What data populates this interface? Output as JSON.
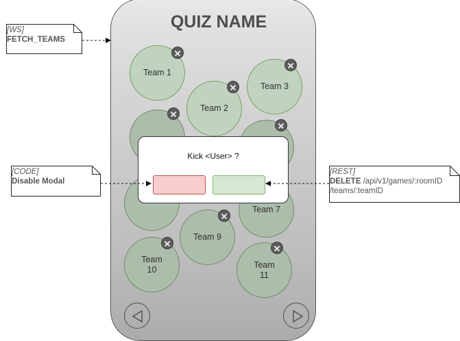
{
  "quiz": {
    "title": "QUIZ NAME"
  },
  "teams": [
    {
      "label": "Team 1"
    },
    {
      "label": "Team 2"
    },
    {
      "label": "Team 3"
    },
    {
      "label": "Team 7"
    },
    {
      "label": "Team 9"
    },
    {
      "label": "Team\n10"
    },
    {
      "label": "Team\n11"
    }
  ],
  "modal": {
    "text": "Kick <User> ?"
  },
  "notes": {
    "ws": {
      "tag": "[WS]",
      "title": "FETCH_TEAMS"
    },
    "code": {
      "tag": "[CODE]",
      "title": "Disable Modal"
    },
    "rest": {
      "tag": "[REST]",
      "method": "DELETE",
      "path_line1": " /api/v1/games/:roomID",
      "path_line2": "/teams/:teamID"
    }
  },
  "colors": {
    "team_fill": "#d5e8d4",
    "team_stroke": "#82b366",
    "cancel_fill": "#f8cecc",
    "cancel_stroke": "#b85450"
  },
  "icons": {
    "kick": "close-icon",
    "prev": "triangle-left-icon",
    "next": "triangle-right-icon"
  }
}
